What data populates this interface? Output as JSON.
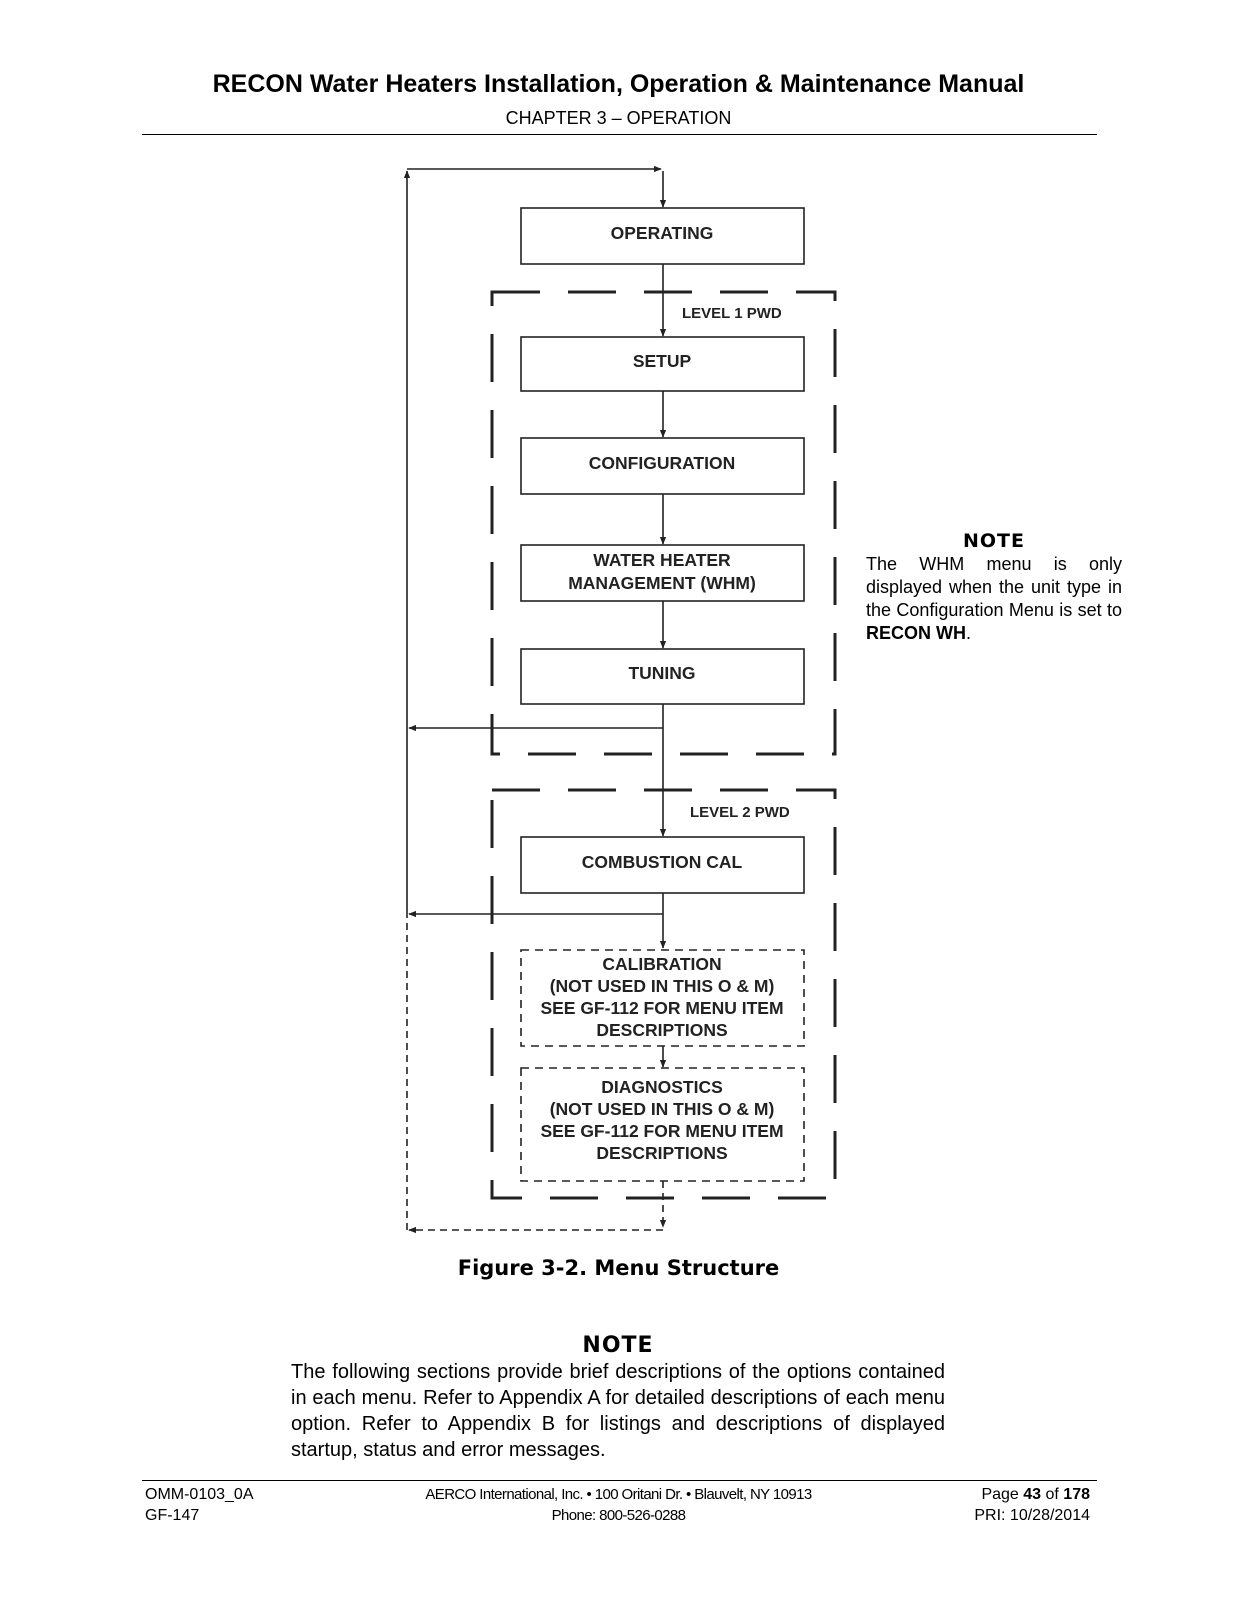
{
  "header": {
    "title": "RECON Water Heaters Installation, Operation & Maintenance Manual",
    "chapter": "CHAPTER 3 – OPERATION"
  },
  "diagram": {
    "boxes": [
      {
        "id": "operating",
        "lines": [
          "OPERATING"
        ],
        "style": "solid"
      },
      {
        "id": "setup",
        "lines": [
          "SETUP"
        ],
        "style": "solid"
      },
      {
        "id": "configuration",
        "lines": [
          "CONFIGURATION"
        ],
        "style": "solid"
      },
      {
        "id": "whm",
        "lines": [
          "WATER HEATER",
          "MANAGEMENT (WHM)"
        ],
        "style": "solid"
      },
      {
        "id": "tuning",
        "lines": [
          "TUNING"
        ],
        "style": "solid"
      },
      {
        "id": "combustion-cal",
        "lines": [
          "COMBUSTION CAL"
        ],
        "style": "solid"
      },
      {
        "id": "calibration",
        "lines": [
          "CALIBRATION",
          "(NOT USED IN THIS O & M)",
          "SEE GF-112 FOR MENU ITEM",
          "DESCRIPTIONS"
        ],
        "style": "dashed"
      },
      {
        "id": "diagnostics",
        "lines": [
          "DIAGNOSTICS",
          "(NOT USED IN THIS O & M)",
          "SEE GF-112 FOR MENU ITEM",
          "DESCRIPTIONS"
        ],
        "style": "dashed"
      }
    ],
    "levels": [
      {
        "id": "level-1",
        "label": "LEVEL 1 PWD"
      },
      {
        "id": "level-2",
        "label": "LEVEL 2 PWD"
      }
    ]
  },
  "side_note": {
    "title": "NOTE",
    "text_before": "The WHM menu is only displayed when the unit type in the Configuration Menu is set to ",
    "text_bold": "RECON WH",
    "text_after": "."
  },
  "figure_caption": "Figure 3-2.  Menu Structure",
  "bottom_note": {
    "title": "NOTE",
    "text": "The following sections provide brief descriptions of the options contained in each menu.  Refer to Appendix A for detailed descriptions of each menu option.  Refer to Appendix B for listings and descriptions of displayed startup, status and error messages."
  },
  "footer": {
    "left_line1": "OMM-0103_0A",
    "left_line2": "GF-147",
    "center_line1": "AERCO International, Inc. • 100 Oritani Dr. •  Blauvelt, NY 10913",
    "center_line2": "Phone: 800-526-0288",
    "page_label": "Page ",
    "page_number": "43",
    "page_of": " of ",
    "page_total": "178",
    "pri": "PRI: 10/28/2014"
  }
}
